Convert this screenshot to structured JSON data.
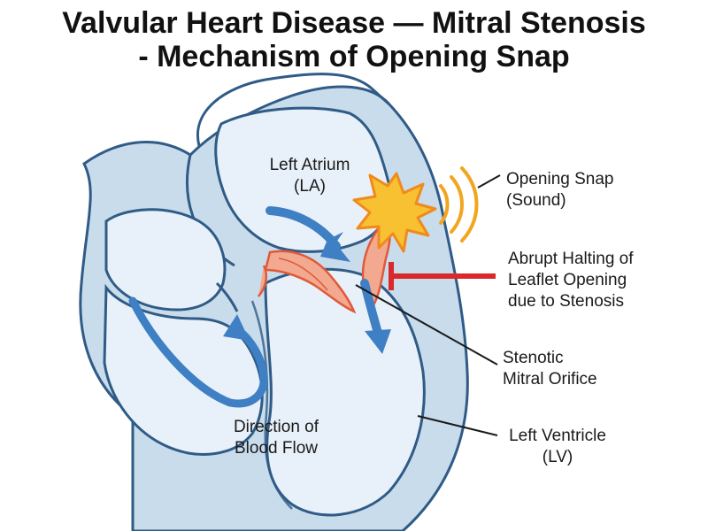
{
  "title": {
    "line1": "Valvular Heart Disease — Mitral Stenosis",
    "line2": "- Mechanism of Opening Snap"
  },
  "labels": {
    "left_atrium": [
      "Left Atrium",
      "(LA)"
    ],
    "opening_snap": [
      "Opening Snap",
      "(Sound)"
    ],
    "abrupt_halting": [
      "Abrupt Halting of",
      "Leaflet Opening",
      "due to Stenosis"
    ],
    "stenotic_orifice": [
      "Stenotic",
      "Mitral Orifice"
    ],
    "direction_flow": [
      "Direction of",
      "Blood Flow"
    ],
    "left_ventricle": [
      "Left Ventricle",
      "(LV)"
    ]
  },
  "colors": {
    "outline": "#2f5b86",
    "wall": "#c9dcec",
    "chamber": "#e8f1f9",
    "arrow": "#3f7fc4",
    "leaflet": "#f2a98f",
    "leaflet_dark": "#e0593a",
    "snap": "#f7c132",
    "snap_edge": "#f08a1c",
    "sound_waves": "#f2a51f",
    "halt_marker": "#d9292a"
  },
  "icons": {
    "snap": "starburst-icon",
    "sound": "sound-wave-icon",
    "halt": "t-bar-inhibition-icon"
  }
}
